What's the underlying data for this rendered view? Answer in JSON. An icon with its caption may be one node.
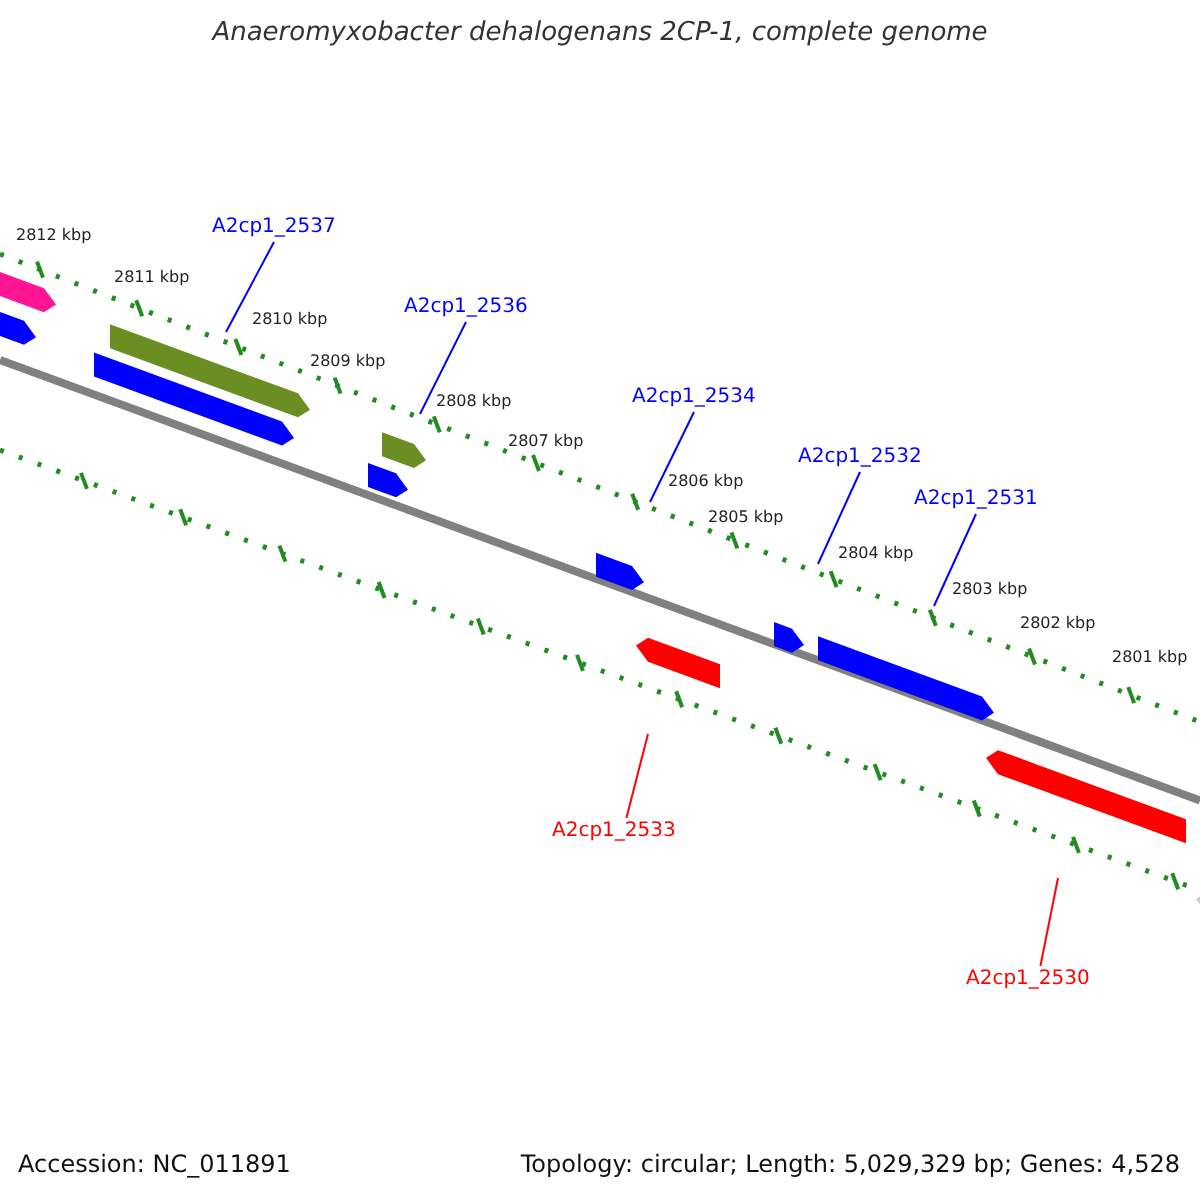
{
  "diagram": {
    "title": "Anaeromyxobacter dehalogenans 2CP-1, complete genome",
    "nodes": [
      {
        "text": [
          "A2cp1_2537"
        ]
      },
      {
        "text": [
          "A2cp1_2536"
        ]
      },
      {
        "text": [
          "A2cp1_2534"
        ]
      },
      {
        "text": [
          "A2cp1_2532"
        ]
      },
      {
        "text": [
          "A2cp1_2531"
        ]
      },
      {
        "text": [
          "A2cp1_2533"
        ]
      },
      {
        "text": [
          "A2cp1_2530"
        ]
      }
    ],
    "edges": [
      {
        "from": 0,
        "to": null,
        "arrow": "none"
      },
      {
        "from": 1,
        "to": null,
        "arrow": "none"
      },
      {
        "from": 2,
        "to": null,
        "arrow": "none"
      },
      {
        "from": 3,
        "to": null,
        "arrow": "none"
      },
      {
        "from": 4,
        "to": null,
        "arrow": "none"
      },
      {
        "from": 5,
        "to": null,
        "arrow": "none",
        "color": "#ff0000"
      },
      {
        "from": 6,
        "to": null,
        "arrow": "none",
        "color": "#ff0000"
      }
    ],
    "labels": [
      "2812 kbp",
      "2811 kbp",
      "2810 kbp",
      "2809 kbp",
      "2808 kbp",
      "2807 kbp",
      "2806 kbp",
      "2805 kbp",
      "2804 kbp",
      "2803 kbp",
      "2802 kbp",
      "2801 kbp",
      "Accession: NC_011891",
      "Topology: circular; Length: 5,029,329 bp; Genes: 4,528"
    ]
  }
}
